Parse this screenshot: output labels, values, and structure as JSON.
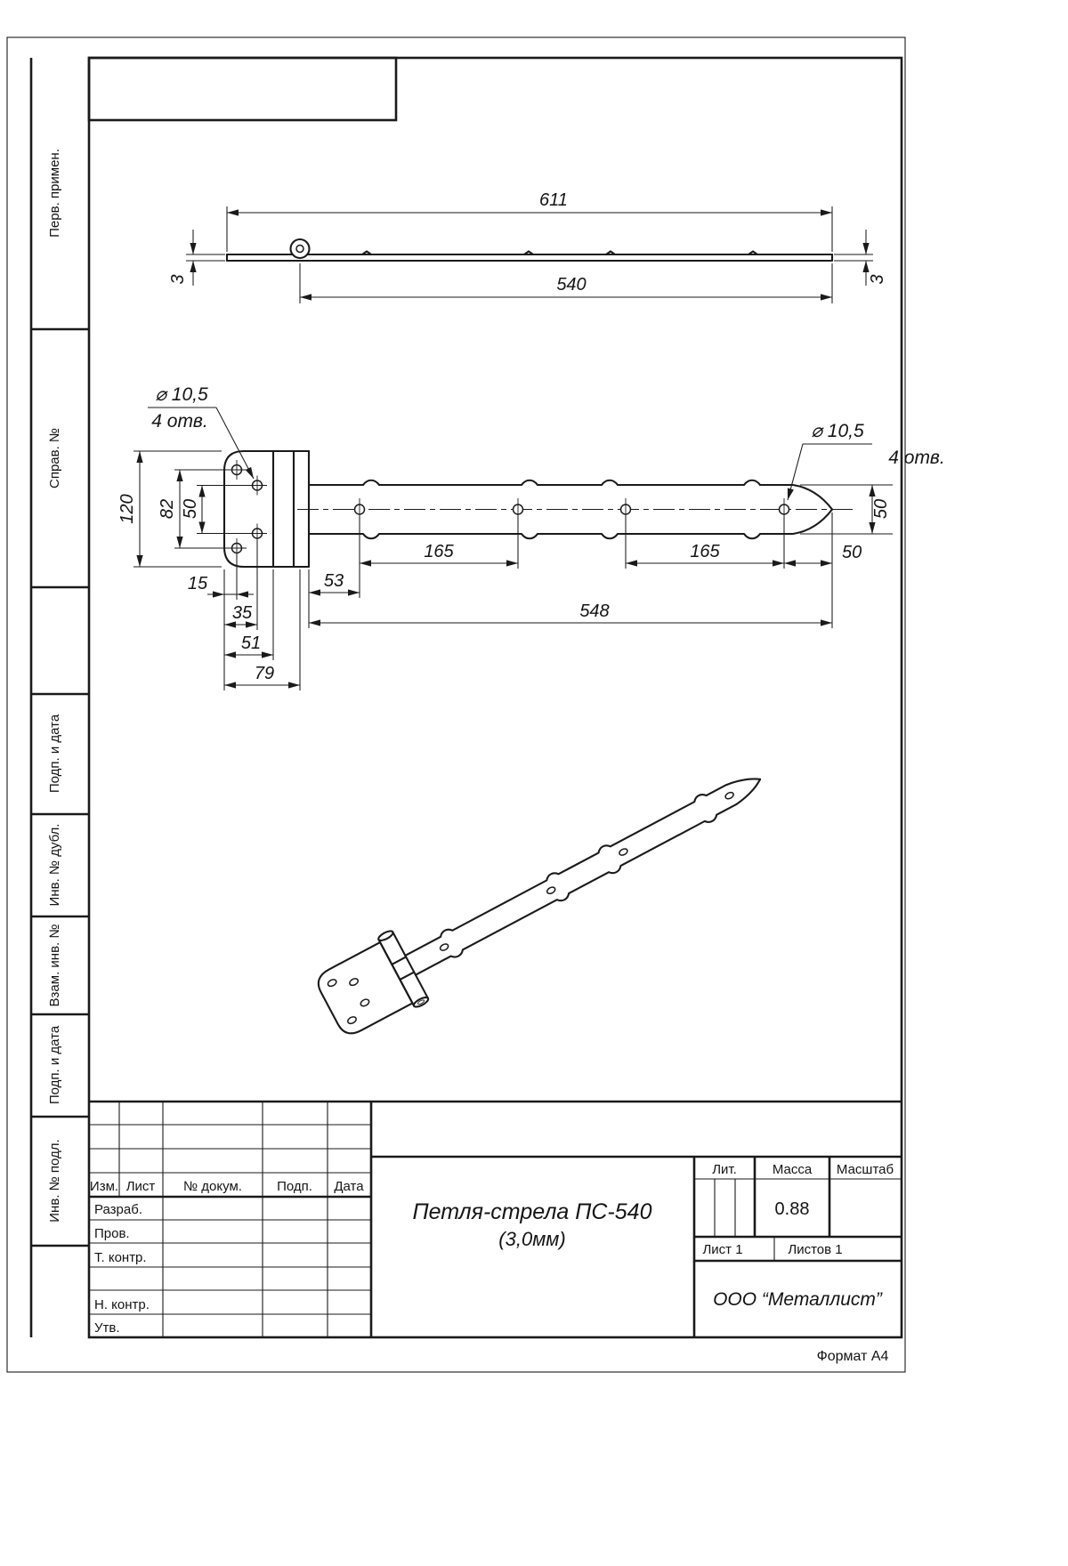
{
  "page": {
    "format_label": "Формат А4"
  },
  "margin_stamps": {
    "perv_primen": "Перв. примен.",
    "sprav_no": "Справ. №",
    "podp_data_1": "Подп. и дата",
    "inv_dubl": "Инв. № дубл.",
    "vzam_inv": "Взам. инв. №",
    "podp_data_2": "Подп. и дата",
    "inv_podl": "Инв. № подл."
  },
  "title_block": {
    "col_izm": "Изм.",
    "col_list": "Лист",
    "col_dokum": "№ докум.",
    "col_podp": "Подп.",
    "col_data": "Дата",
    "row_razrab": "Разраб.",
    "row_prov": "Пров.",
    "row_tkontr": "Т. контр.",
    "row_nkontr": "Н. контр.",
    "row_utv": "Утв.",
    "doc_title_line1": "Петля-стрела ПС-540",
    "doc_title_line2": "(3,0мм)",
    "lit_label": "Лит.",
    "mass_label": "Масса",
    "scale_label": "Масштаб",
    "mass_value": "0.88",
    "sheet_info": "Лист 1",
    "sheets_info": "Листов 1",
    "company": "ООО “Металлист”"
  },
  "drawing": {
    "side_view": {
      "len_total": "611",
      "len_strap": "540",
      "thickness_left": "3",
      "thickness_right": "3"
    },
    "plan_view": {
      "hole_callout_left_dia": "⌀ 10,5",
      "hole_callout_left_qty": "4 отв.",
      "hole_callout_right_dia": "⌀ 10,5",
      "hole_callout_right_qty": "4 отв.",
      "plate_height": "120",
      "hole_span_outer": "82",
      "hole_span_inner": "50",
      "off_15": "15",
      "off_35": "35",
      "off_51": "51",
      "off_79": "79",
      "hole1_off": "53",
      "pitch_a": "165",
      "pitch_b": "165",
      "strap_len": "548",
      "tip_off": "50",
      "strap_width": "50"
    }
  }
}
